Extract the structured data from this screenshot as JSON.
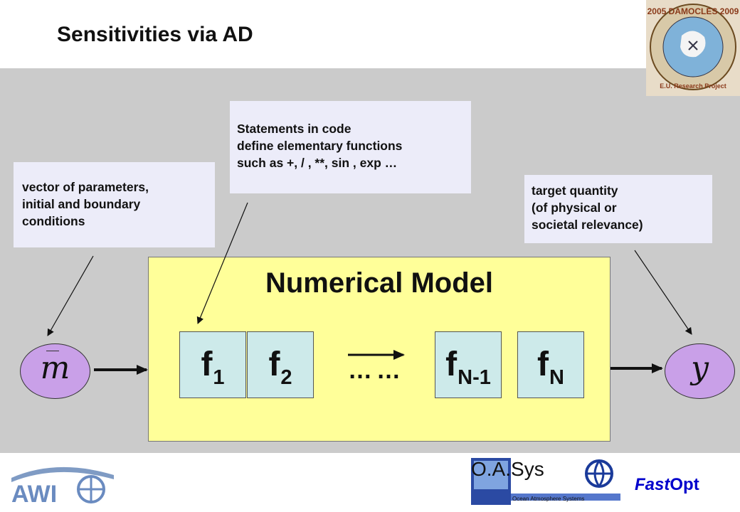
{
  "title": "Sensitivities via AD",
  "callouts": {
    "params": [
      "vector of parameters,",
      "initial and boundary",
      "conditions"
    ],
    "statements": [
      "Statements in code",
      "define elementary functions",
      "such as +, / , **, sin , exp …"
    ],
    "target": [
      "target quantity",
      "(of physical or",
      "societal relevance)"
    ]
  },
  "model": {
    "title": "Numerical Model",
    "functions": [
      {
        "base": "f",
        "sub": "1"
      },
      {
        "base": "f",
        "sub": "2"
      },
      {
        "base": "f",
        "sub": "N-1"
      },
      {
        "base": "f",
        "sub": "N"
      }
    ],
    "ellipsis": "……"
  },
  "input_symbol": "m",
  "output_symbol": "y",
  "logos": {
    "damocles": {
      "top": "2005 DAMOCLES 2009",
      "bottom": "E.U. Research Project"
    },
    "awi": "AWI",
    "oasys": {
      "name": "O.A.Sys",
      "tagline": "Ocean Atmosphere Systems"
    },
    "fastopt": {
      "part1": "Fast",
      "part2": "Opt"
    }
  },
  "colors": {
    "band": "#cbcbcb",
    "model_bg": "#ffff99",
    "fbox_bg": "#cdeaea",
    "callout_bg": "#ececf9",
    "ellipse": "#c9a0e8",
    "fastopt": "#0000cc"
  }
}
